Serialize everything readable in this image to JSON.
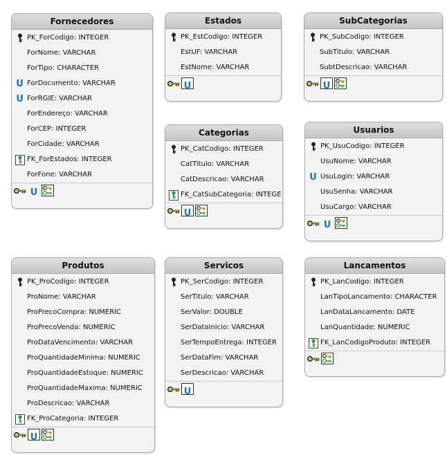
{
  "entities": {
    "fornecedores": {
      "title": "Fornecedores",
      "fields": [
        {
          "text": "PK_ForCodigo: INTEGER",
          "icon": "pk-key-icon"
        },
        {
          "text": "ForNome: VARCHAR",
          "icon": ""
        },
        {
          "text": "ForTipo: CHARACTER",
          "icon": ""
        },
        {
          "text": "ForDocumento: VARCHAR",
          "icon": "unique-icon"
        },
        {
          "text": "ForRGIE: VARCHAR",
          "icon": "unique-icon"
        },
        {
          "text": "ForEndereço: VARCHAR",
          "icon": ""
        },
        {
          "text": "ForCEP: INTEGER",
          "icon": ""
        },
        {
          "text": "ForCidade: VARCHAR",
          "icon": ""
        },
        {
          "text": "FK_ForEstados: INTEGER",
          "icon": "fk-key-icon"
        },
        {
          "text": "ForFone: VARCHAR",
          "icon": ""
        }
      ],
      "tools": [
        "index-key-icon",
        "unique-index-icon",
        "foreign-key-index-icon"
      ]
    },
    "estados": {
      "title": "Estados",
      "fields": [
        {
          "text": "PK_EstCodigo: INTEGER",
          "icon": "pk-key-icon"
        },
        {
          "text": "EstUF: VARCHAR",
          "icon": ""
        },
        {
          "text": "EstNome: VARCHAR",
          "icon": ""
        }
      ],
      "tools": [
        "index-key-icon",
        "unique-index-icon"
      ]
    },
    "subcategorias": {
      "title": "SubCategorias",
      "fields": [
        {
          "text": "PK_SubCodigo: INTEGER",
          "icon": "pk-key-icon"
        },
        {
          "text": "SubTitulo: VARCHAR",
          "icon": ""
        },
        {
          "text": "SubtDescricao: VARCHAR",
          "icon": ""
        }
      ],
      "tools": [
        "index-key-icon",
        "unique-index-icon",
        "foreign-key-index-icon"
      ]
    },
    "categorias": {
      "title": "Categorias",
      "fields": [
        {
          "text": "PK_CatCodigo: INTEGER",
          "icon": "pk-key-icon"
        },
        {
          "text": "CatTitulo: VARCHAR",
          "icon": ""
        },
        {
          "text": "CatDescricao: VARCHAR",
          "icon": ""
        },
        {
          "text": "FK_CatSubCategoria: INTEGE",
          "icon": "fk-key-icon"
        }
      ],
      "tools": [
        "index-key-icon",
        "unique-index-icon",
        "foreign-key-index-icon"
      ]
    },
    "usuarios": {
      "title": "Usuarios",
      "fields": [
        {
          "text": "PK_UsuCodigo: INTEGER",
          "icon": "pk-key-icon"
        },
        {
          "text": "UsuNome: VARCHAR",
          "icon": ""
        },
        {
          "text": "UsuLogin: VARCHAR",
          "icon": "unique-icon"
        },
        {
          "text": "UsuSenha: VARCHAR",
          "icon": ""
        },
        {
          "text": "UsuCargo: VARCHAR",
          "icon": ""
        }
      ],
      "tools": [
        "index-key-icon",
        "unique-index-icon",
        "foreign-key-index-icon"
      ]
    },
    "produtos": {
      "title": "Produtos",
      "fields": [
        {
          "text": "PK_ProCodigo: INTEGER",
          "icon": "pk-key-icon"
        },
        {
          "text": "ProNome: VARCHAR",
          "icon": ""
        },
        {
          "text": "ProPrecoCompra: NUMERIC",
          "icon": ""
        },
        {
          "text": "ProPrecoVenda: NUMERIC",
          "icon": ""
        },
        {
          "text": "ProDataVencimento: VARCHAR",
          "icon": ""
        },
        {
          "text": "ProQuantidadeMinima: NUMERIC",
          "icon": ""
        },
        {
          "text": "ProQuantidadeEstoque: NUMERIC",
          "icon": ""
        },
        {
          "text": "ProQuantidadeMaxima: NUMERIC",
          "icon": ""
        },
        {
          "text": "ProDescricao: VARCHAR",
          "icon": ""
        },
        {
          "text": "FK_ProCategoria: INTEGER",
          "icon": "fk-key-icon"
        }
      ],
      "tools": [
        "index-key-icon",
        "unique-index-icon",
        "foreign-key-index-icon"
      ]
    },
    "servicos": {
      "title": "Servicos",
      "fields": [
        {
          "text": "PK_SerCodigo: INTEGER",
          "icon": "pk-key-icon"
        },
        {
          "text": "SerTitulo: VARCHAR",
          "icon": ""
        },
        {
          "text": "SerValor: DOUBLE",
          "icon": ""
        },
        {
          "text": "SerDataInicio: VARCHAR",
          "icon": ""
        },
        {
          "text": "SerTempoEntrega: INTEGER",
          "icon": ""
        },
        {
          "text": "SerDataFim: VARCHAR",
          "icon": ""
        },
        {
          "text": "SerDescricao: VARCHAR",
          "icon": ""
        }
      ],
      "tools": [
        "index-key-icon",
        "unique-index-icon"
      ]
    },
    "lancamentos": {
      "title": "Lancamentos",
      "fields": [
        {
          "text": "PK_LanCodigo: INTEGER",
          "icon": "pk-key-icon"
        },
        {
          "text": "LanTipoLancamento: CHARACTER",
          "icon": ""
        },
        {
          "text": "LanDataLancamento: DATE",
          "icon": ""
        },
        {
          "text": "LanQuantidade: NUMERIC",
          "icon": ""
        },
        {
          "text": "FK_LanCodigoProduto: INTEGER",
          "icon": "fk-key-icon"
        }
      ],
      "tools": [
        "index-key-icon",
        "foreign-key-index-icon"
      ]
    }
  },
  "colors": {
    "header": "#cfcfcf",
    "body": "#f3f3f3",
    "border": "#a9a9a9",
    "unique": "#1e73b8",
    "fk_green": "#2e9e3a",
    "key_gold": "#c8a200"
  }
}
